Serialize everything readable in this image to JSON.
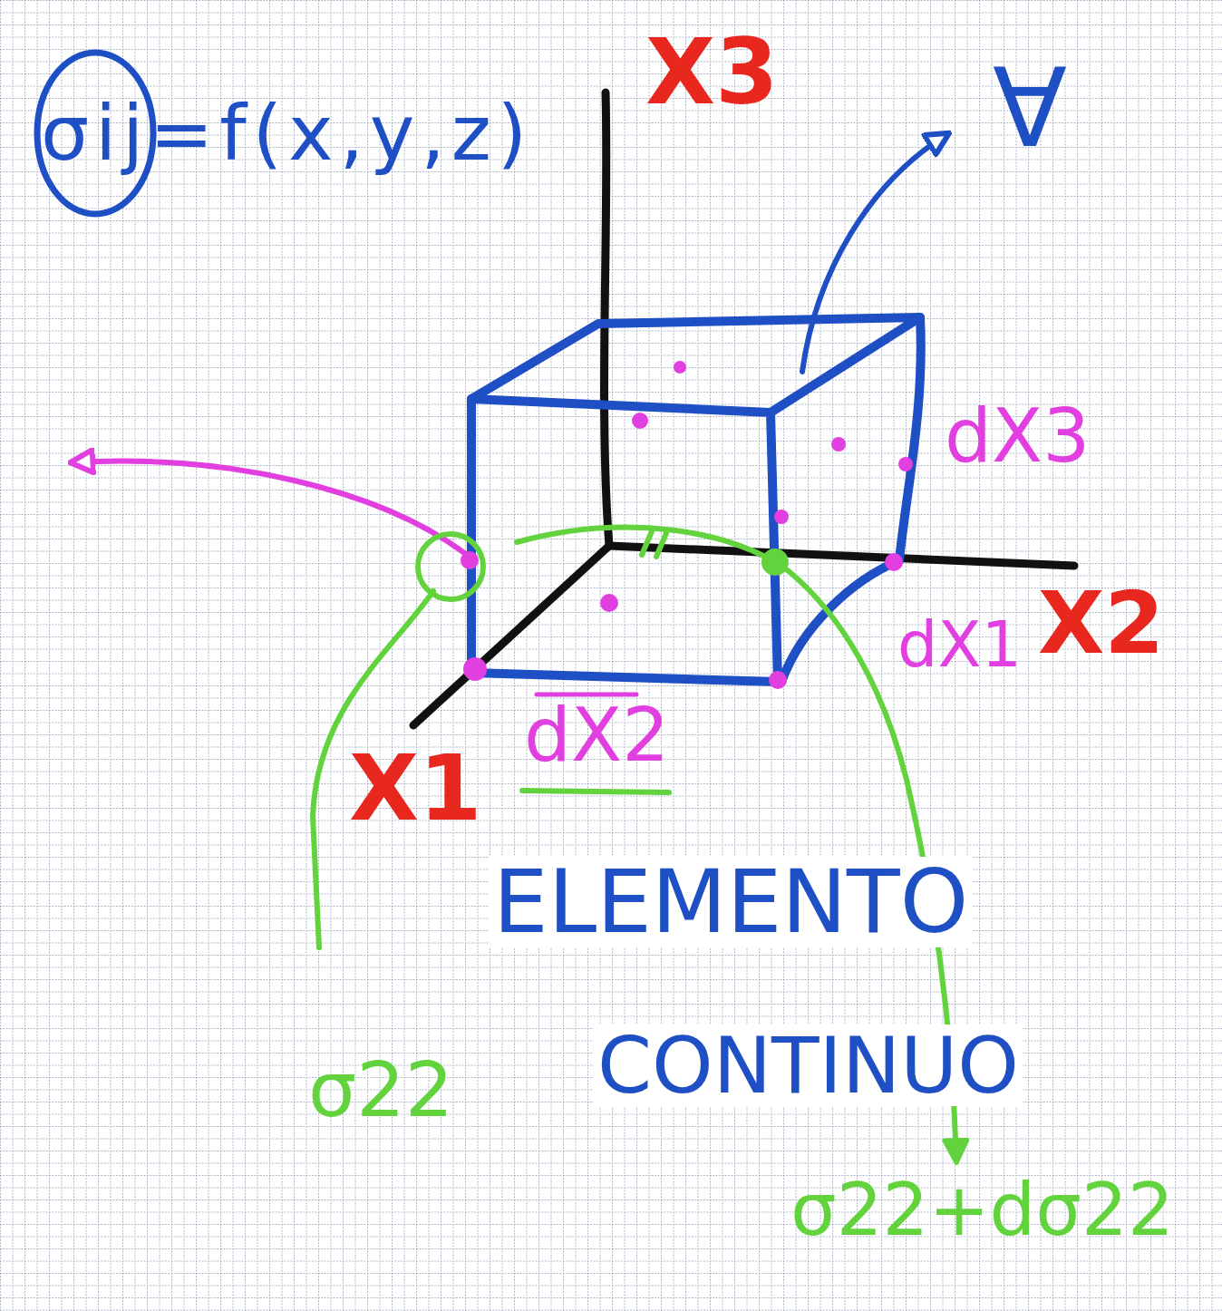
{
  "diagram": {
    "labels": [
      "σij=f(x,y,z)",
      "X3",
      "∀",
      "dX3",
      "dX1",
      "X2",
      "dX2",
      "X1",
      "ELEMENTO",
      "CONTINUO",
      "σ22",
      "σ22+dσ22"
    ]
  }
}
